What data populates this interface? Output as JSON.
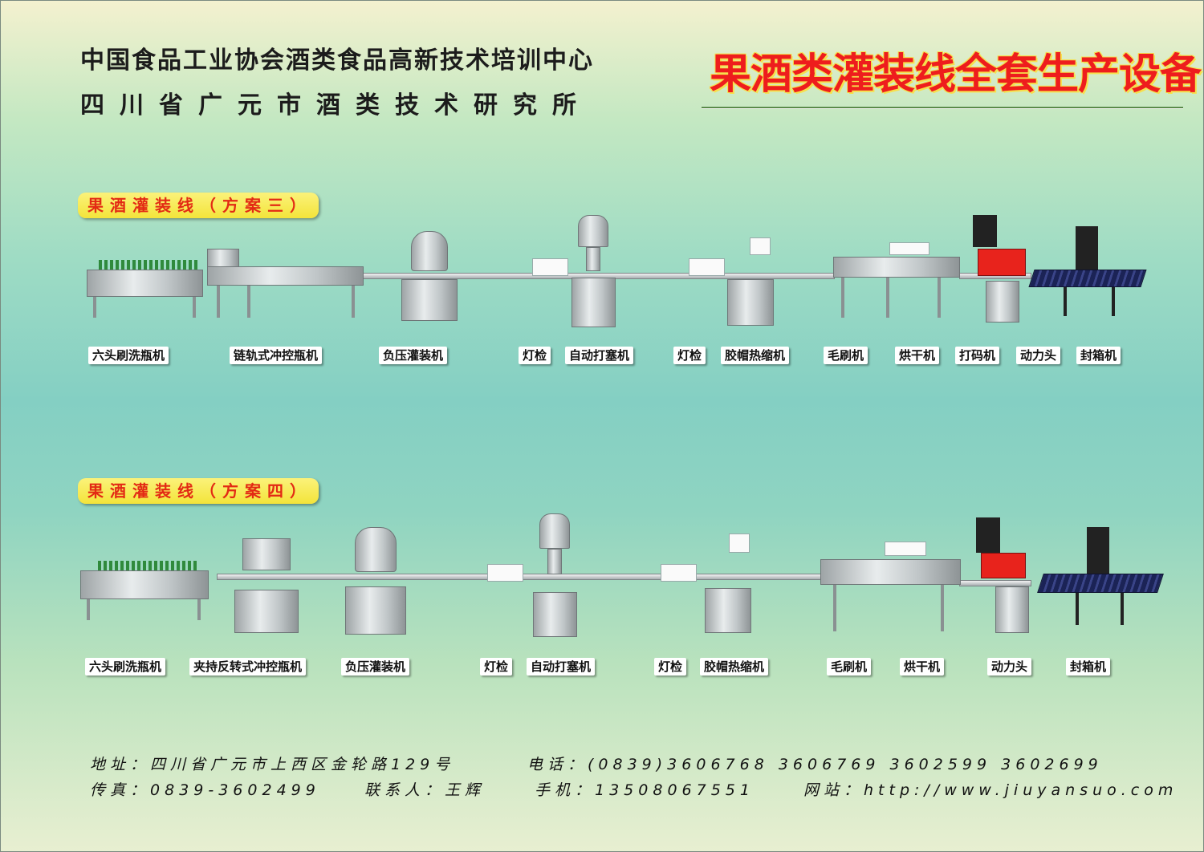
{
  "header": {
    "org_line1": "中国食品工业协会酒类食品高新技术培训中心",
    "org_line2": "四川省广元市酒类技术研究所",
    "main_title": "果酒类灌装线全套生产设备"
  },
  "scheme3": {
    "label": "果酒灌装线（方案三）",
    "machines": [
      "六头刷洗瓶机",
      "链轨式冲控瓶机",
      "负压灌装机",
      "灯检",
      "自动打塞机",
      "灯检",
      "胶帽热缩机",
      "毛刷机",
      "烘干机",
      "打码机",
      "动力头",
      "封箱机"
    ]
  },
  "scheme4": {
    "label": "果酒灌装线（方案四）",
    "machines": [
      "六头刷洗瓶机",
      "夹持反转式冲控瓶机",
      "负压灌装机",
      "灯检",
      "自动打塞机",
      "灯检",
      "胶帽热缩机",
      "毛刷机",
      "烘干机",
      "动力头",
      "封箱机"
    ]
  },
  "contact": {
    "address": "地址：四川省广元市上西区金轮路129号",
    "phone": "电话：(0839)3606768  3606769  3602599  3602699",
    "fax": "传真：0839-3602499",
    "contact_person": "联系人：王辉",
    "mobile": "手机：13508067551",
    "website": "网站：http://www.jiuyansuo.com"
  },
  "colors": {
    "title_red": "#ee1d1d",
    "label_yellow": "#f3e43a",
    "stainless": "#c0c6c8",
    "belt_blue": "#1b2356"
  }
}
